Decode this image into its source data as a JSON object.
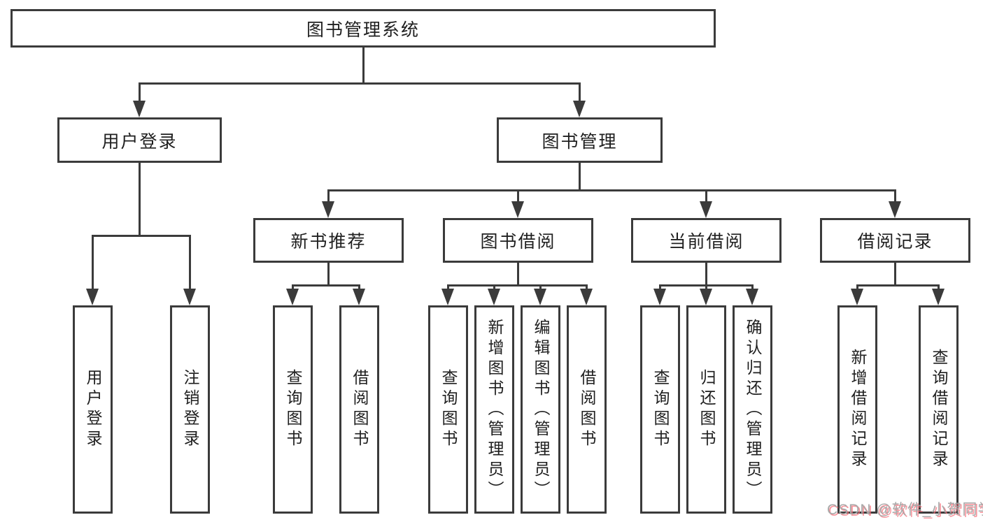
{
  "diagram": {
    "title": "图书管理系统",
    "colors": {
      "line": "#3b3b3b",
      "text": "#1f1f1f",
      "background": "#ffffff",
      "watermark_gray": "#a8a8a8",
      "watermark_pink": "#f66f7a"
    },
    "tree": {
      "root": {
        "label": "图书管理系统",
        "children": [
          {
            "label": "用户登录",
            "children": [
              {
                "label": "用户登录"
              },
              {
                "label": "注销登录"
              }
            ]
          },
          {
            "label": "图书管理",
            "children": [
              {
                "label": "新书推荐",
                "children": [
                  {
                    "label": "查询图书"
                  },
                  {
                    "label": "借阅图书"
                  }
                ]
              },
              {
                "label": "图书借阅",
                "children": [
                  {
                    "label": "查询图书"
                  },
                  {
                    "label": "新增图书（管理员）"
                  },
                  {
                    "label": "编辑图书（管理员）"
                  },
                  {
                    "label": "借阅图书"
                  }
                ]
              },
              {
                "label": "当前借阅",
                "children": [
                  {
                    "label": "查询图书"
                  },
                  {
                    "label": "归还图书"
                  },
                  {
                    "label": "确认归还（管理员）"
                  }
                ]
              },
              {
                "label": "借阅记录",
                "children": [
                  {
                    "label": "新增借阅记录"
                  },
                  {
                    "label": "查询借阅记录"
                  }
                ]
              }
            ]
          }
        ]
      }
    },
    "watermark": "CSDN @软件_小贺同学"
  }
}
